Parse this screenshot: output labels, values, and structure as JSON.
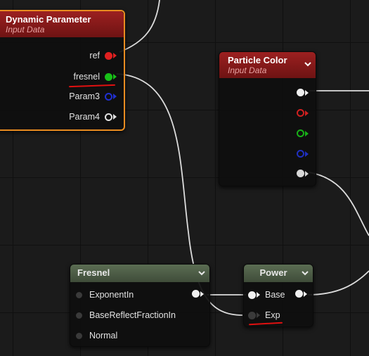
{
  "dynamic_parameter": {
    "title": "Dynamic Parameter",
    "subtitle": "Input Data",
    "outputs": [
      "ref",
      "fresnel",
      "Param3",
      "Param4"
    ],
    "pin_colors": [
      "#e02020",
      "#18c018",
      "#2030d0",
      "#e0e0e0"
    ]
  },
  "particle_color": {
    "title": "Particle Color",
    "subtitle": "Input Data",
    "pin_colors": [
      "#f0f0f0",
      "#d02020",
      "#18b018",
      "#2030c0",
      "#d8d8d8"
    ]
  },
  "fresnel_node": {
    "title": "Fresnel",
    "inputs": [
      "ExponentIn",
      "BaseReflectFractionIn",
      "Normal"
    ]
  },
  "power_node": {
    "title": "Power",
    "inputs": [
      "Base",
      "Exp"
    ]
  },
  "colors": {
    "selected_border": "#e88c20",
    "annotation": "#e01010",
    "wire": "#dddddd"
  }
}
